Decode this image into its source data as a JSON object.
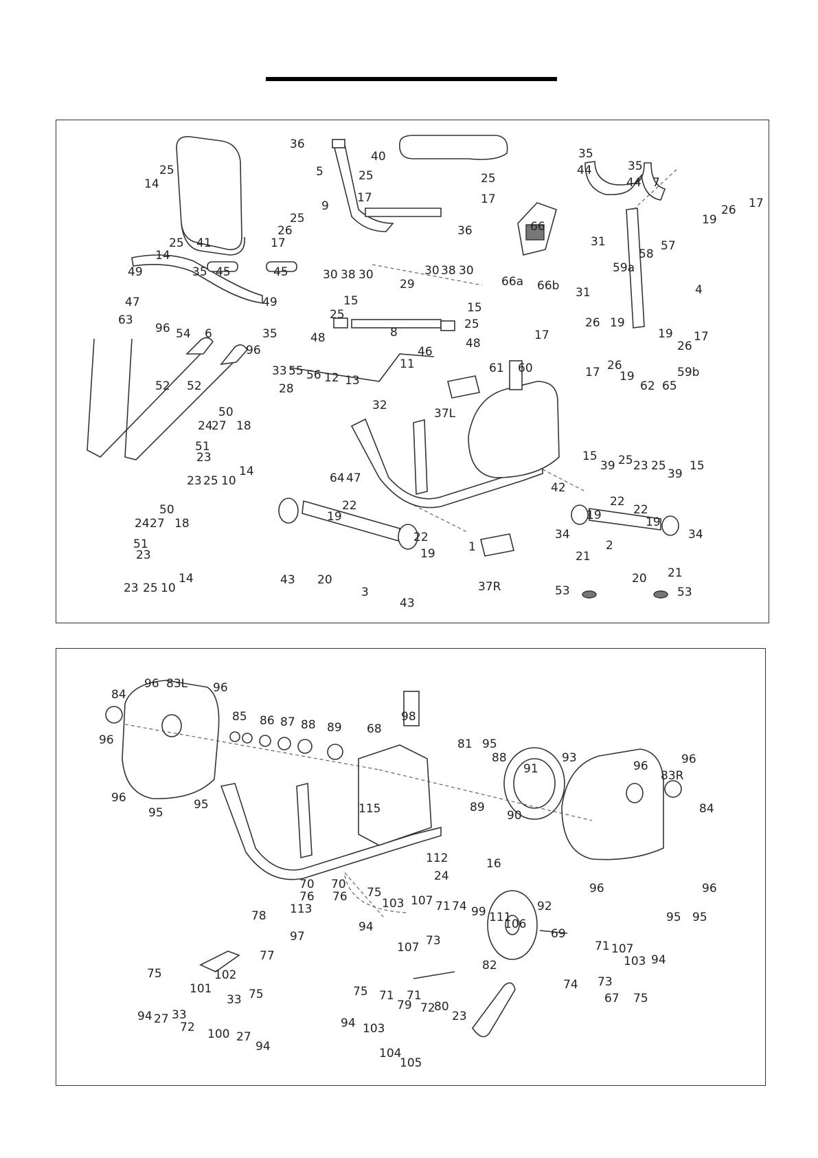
{
  "diagram": {
    "accent_color": "#333333",
    "panels": {
      "top": {
        "labels": [
          {
            "id": "l1",
            "text": "36"
          },
          {
            "id": "l2",
            "text": "5"
          },
          {
            "id": "l3",
            "text": "40"
          },
          {
            "id": "l4",
            "text": "25"
          },
          {
            "id": "l5",
            "text": "25"
          },
          {
            "id": "l6",
            "text": "17"
          },
          {
            "id": "l7",
            "text": "17"
          },
          {
            "id": "l8",
            "text": "35"
          },
          {
            "id": "l9",
            "text": "44"
          },
          {
            "id": "l10",
            "text": "35"
          },
          {
            "id": "l11",
            "text": "44"
          },
          {
            "id": "l12",
            "text": "7"
          },
          {
            "id": "l13",
            "text": "17"
          },
          {
            "id": "l14",
            "text": "26"
          },
          {
            "id": "l15",
            "text": "19"
          },
          {
            "id": "l16",
            "text": "14"
          },
          {
            "id": "l17",
            "text": "25"
          },
          {
            "id": "l18",
            "text": "14"
          },
          {
            "id": "l19",
            "text": "25"
          },
          {
            "id": "l20",
            "text": "41"
          },
          {
            "id": "l21",
            "text": "9"
          },
          {
            "id": "l22",
            "text": "25"
          },
          {
            "id": "l23",
            "text": "26"
          },
          {
            "id": "l24",
            "text": "17"
          },
          {
            "id": "l25",
            "text": "36"
          },
          {
            "id": "l26",
            "text": "66"
          },
          {
            "id": "l27",
            "text": "31"
          },
          {
            "id": "l28",
            "text": "57"
          },
          {
            "id": "l29",
            "text": "58"
          },
          {
            "id": "l30",
            "text": "49"
          },
          {
            "id": "l31",
            "text": "35"
          },
          {
            "id": "l32",
            "text": "45"
          },
          {
            "id": "l33",
            "text": "45"
          },
          {
            "id": "l34",
            "text": "30"
          },
          {
            "id": "l35",
            "text": "38"
          },
          {
            "id": "l36",
            "text": "30"
          },
          {
            "id": "l37",
            "text": "30"
          },
          {
            "id": "l38",
            "text": "38"
          },
          {
            "id": "l39",
            "text": "30"
          },
          {
            "id": "l40",
            "text": "29"
          },
          {
            "id": "l41",
            "text": "66a"
          },
          {
            "id": "l42",
            "text": "66b"
          },
          {
            "id": "l43",
            "text": "31"
          },
          {
            "id": "l44",
            "text": "59a"
          },
          {
            "id": "l45",
            "text": "4"
          },
          {
            "id": "l46",
            "text": "47"
          },
          {
            "id": "l47",
            "text": "49"
          },
          {
            "id": "l48",
            "text": "63"
          },
          {
            "id": "l49",
            "text": "96"
          },
          {
            "id": "l50",
            "text": "54"
          },
          {
            "id": "l51",
            "text": "6"
          },
          {
            "id": "l52",
            "text": "96"
          },
          {
            "id": "l53",
            "text": "35"
          },
          {
            "id": "l54",
            "text": "15"
          },
          {
            "id": "l55",
            "text": "25"
          },
          {
            "id": "l56",
            "text": "15"
          },
          {
            "id": "l57",
            "text": "25"
          },
          {
            "id": "l58",
            "text": "48"
          },
          {
            "id": "l59",
            "text": "8"
          },
          {
            "id": "l60",
            "text": "48"
          },
          {
            "id": "l61",
            "text": "17"
          },
          {
            "id": "l62",
            "text": "26"
          },
          {
            "id": "l63",
            "text": "19"
          },
          {
            "id": "l64",
            "text": "19"
          },
          {
            "id": "l65",
            "text": "26"
          },
          {
            "id": "l66",
            "text": "17"
          },
          {
            "id": "l67",
            "text": "17"
          },
          {
            "id": "l68",
            "text": "26"
          },
          {
            "id": "l69",
            "text": "19"
          },
          {
            "id": "l70",
            "text": "62"
          },
          {
            "id": "l71",
            "text": "65"
          },
          {
            "id": "l72",
            "text": "59b"
          },
          {
            "id": "l73",
            "text": "52"
          },
          {
            "id": "l74",
            "text": "52"
          },
          {
            "id": "l75",
            "text": "33"
          },
          {
            "id": "l76",
            "text": "55"
          },
          {
            "id": "l77",
            "text": "56"
          },
          {
            "id": "l78",
            "text": "12"
          },
          {
            "id": "l79",
            "text": "13"
          },
          {
            "id": "l80",
            "text": "11"
          },
          {
            "id": "l81",
            "text": "46"
          },
          {
            "id": "l82",
            "text": "28"
          },
          {
            "id": "l83",
            "text": "32"
          },
          {
            "id": "l84",
            "text": "61"
          },
          {
            "id": "l85",
            "text": "60"
          },
          {
            "id": "l86",
            "text": "37L"
          },
          {
            "id": "l87",
            "text": "50"
          },
          {
            "id": "l88",
            "text": "24"
          },
          {
            "id": "l89",
            "text": "27"
          },
          {
            "id": "l90",
            "text": "18"
          },
          {
            "id": "l91",
            "text": "51"
          },
          {
            "id": "l92",
            "text": "23"
          },
          {
            "id": "l93",
            "text": "23"
          },
          {
            "id": "l94",
            "text": "25"
          },
          {
            "id": "l95",
            "text": "10"
          },
          {
            "id": "l96",
            "text": "14"
          },
          {
            "id": "l97",
            "text": "64"
          },
          {
            "id": "l98",
            "text": "47"
          },
          {
            "id": "l99",
            "text": "42"
          },
          {
            "id": "l100",
            "text": "15"
          },
          {
            "id": "l101",
            "text": "39"
          },
          {
            "id": "l102",
            "text": "25"
          },
          {
            "id": "l103",
            "text": "23"
          },
          {
            "id": "l104",
            "text": "25"
          },
          {
            "id": "l105",
            "text": "39"
          },
          {
            "id": "l106",
            "text": "15"
          },
          {
            "id": "l107",
            "text": "22"
          },
          {
            "id": "l108",
            "text": "19"
          },
          {
            "id": "l109",
            "text": "22"
          },
          {
            "id": "l110",
            "text": "19"
          },
          {
            "id": "l111",
            "text": "34"
          },
          {
            "id": "l112",
            "text": "34"
          },
          {
            "id": "l113",
            "text": "50"
          },
          {
            "id": "l114",
            "text": "24"
          },
          {
            "id": "l115",
            "text": "27"
          },
          {
            "id": "l116",
            "text": "18"
          },
          {
            "id": "l117",
            "text": "51"
          },
          {
            "id": "l118",
            "text": "23"
          },
          {
            "id": "l119",
            "text": "23"
          },
          {
            "id": "l120",
            "text": "25"
          },
          {
            "id": "l121",
            "text": "10"
          },
          {
            "id": "l122",
            "text": "14"
          },
          {
            "id": "l123",
            "text": "22"
          },
          {
            "id": "l124",
            "text": "19"
          },
          {
            "id": "l125",
            "text": "22"
          },
          {
            "id": "l126",
            "text": "19"
          },
          {
            "id": "l127",
            "text": "1"
          },
          {
            "id": "l128",
            "text": "43"
          },
          {
            "id": "l129",
            "text": "20"
          },
          {
            "id": "l130",
            "text": "3"
          },
          {
            "id": "l131",
            "text": "43"
          },
          {
            "id": "l132",
            "text": "37R"
          },
          {
            "id": "l133",
            "text": "21"
          },
          {
            "id": "l134",
            "text": "2"
          },
          {
            "id": "l135",
            "text": "20"
          },
          {
            "id": "l136",
            "text": "21"
          },
          {
            "id": "l137",
            "text": "53"
          },
          {
            "id": "l138",
            "text": "53"
          }
        ]
      },
      "bottom": {
        "labels": [
          {
            "id": "b1",
            "text": "96"
          },
          {
            "id": "b2",
            "text": "83L"
          },
          {
            "id": "b3",
            "text": "96"
          },
          {
            "id": "b4",
            "text": "84"
          },
          {
            "id": "b5",
            "text": "96"
          },
          {
            "id": "b6",
            "text": "85"
          },
          {
            "id": "b7",
            "text": "86"
          },
          {
            "id": "b8",
            "text": "87"
          },
          {
            "id": "b9",
            "text": "88"
          },
          {
            "id": "b10",
            "text": "89"
          },
          {
            "id": "b11",
            "text": "68"
          },
          {
            "id": "b12",
            "text": "98"
          },
          {
            "id": "b13",
            "text": "81"
          },
          {
            "id": "b14",
            "text": "95"
          },
          {
            "id": "b15",
            "text": "96"
          },
          {
            "id": "b16",
            "text": "95"
          },
          {
            "id": "b17",
            "text": "95"
          },
          {
            "id": "b18",
            "text": "88"
          },
          {
            "id": "b19",
            "text": "91"
          },
          {
            "id": "b20",
            "text": "93"
          },
          {
            "id": "b21",
            "text": "96"
          },
          {
            "id": "b22",
            "text": "96"
          },
          {
            "id": "b23",
            "text": "83R"
          },
          {
            "id": "b24",
            "text": "89"
          },
          {
            "id": "b25",
            "text": "90"
          },
          {
            "id": "b26",
            "text": "115"
          },
          {
            "id": "b27",
            "text": "84"
          },
          {
            "id": "b28",
            "text": "112"
          },
          {
            "id": "b29",
            "text": "24"
          },
          {
            "id": "b30",
            "text": "16"
          },
          {
            "id": "b31",
            "text": "96"
          },
          {
            "id": "b32",
            "text": "96"
          },
          {
            "id": "b33",
            "text": "95"
          },
          {
            "id": "b34",
            "text": "95"
          },
          {
            "id": "b35",
            "text": "70"
          },
          {
            "id": "b36",
            "text": "70"
          },
          {
            "id": "b37",
            "text": "76"
          },
          {
            "id": "b38",
            "text": "76"
          },
          {
            "id": "b39",
            "text": "113"
          },
          {
            "id": "b40",
            "text": "75"
          },
          {
            "id": "b41",
            "text": "103"
          },
          {
            "id": "b42",
            "text": "107"
          },
          {
            "id": "b43",
            "text": "71"
          },
          {
            "id": "b44",
            "text": "74"
          },
          {
            "id": "b45",
            "text": "99"
          },
          {
            "id": "b46",
            "text": "111"
          },
          {
            "id": "b47",
            "text": "106"
          },
          {
            "id": "b48",
            "text": "92"
          },
          {
            "id": "b49",
            "text": "94"
          },
          {
            "id": "b50",
            "text": "107"
          },
          {
            "id": "b51",
            "text": "73"
          },
          {
            "id": "b52",
            "text": "78"
          },
          {
            "id": "b53",
            "text": "77"
          },
          {
            "id": "b54",
            "text": "97"
          },
          {
            "id": "b55",
            "text": "69"
          },
          {
            "id": "b56",
            "text": "71"
          },
          {
            "id": "b57",
            "text": "107"
          },
          {
            "id": "b58",
            "text": "103"
          },
          {
            "id": "b59",
            "text": "94"
          },
          {
            "id": "b60",
            "text": "74"
          },
          {
            "id": "b61",
            "text": "73"
          },
          {
            "id": "b62",
            "text": "67"
          },
          {
            "id": "b63",
            "text": "75"
          },
          {
            "id": "b64",
            "text": "75"
          },
          {
            "id": "b65",
            "text": "102"
          },
          {
            "id": "b66",
            "text": "101"
          },
          {
            "id": "b67",
            "text": "33"
          },
          {
            "id": "b68",
            "text": "75"
          },
          {
            "id": "b69",
            "text": "94"
          },
          {
            "id": "b70",
            "text": "27"
          },
          {
            "id": "b71",
            "text": "33"
          },
          {
            "id": "b72",
            "text": "72"
          },
          {
            "id": "b73",
            "text": "100"
          },
          {
            "id": "b74",
            "text": "27"
          },
          {
            "id": "b75",
            "text": "94"
          },
          {
            "id": "b76",
            "text": "75"
          },
          {
            "id": "b77",
            "text": "71"
          },
          {
            "id": "b78",
            "text": "79"
          },
          {
            "id": "b79",
            "text": "71"
          },
          {
            "id": "b80",
            "text": "72"
          },
          {
            "id": "b81",
            "text": "80"
          },
          {
            "id": "b82",
            "text": "94"
          },
          {
            "id": "b83",
            "text": "103"
          },
          {
            "id": "b84",
            "text": "23"
          },
          {
            "id": "b85",
            "text": "82"
          },
          {
            "id": "b86",
            "text": "104"
          },
          {
            "id": "b87",
            "text": "105"
          }
        ]
      }
    }
  }
}
